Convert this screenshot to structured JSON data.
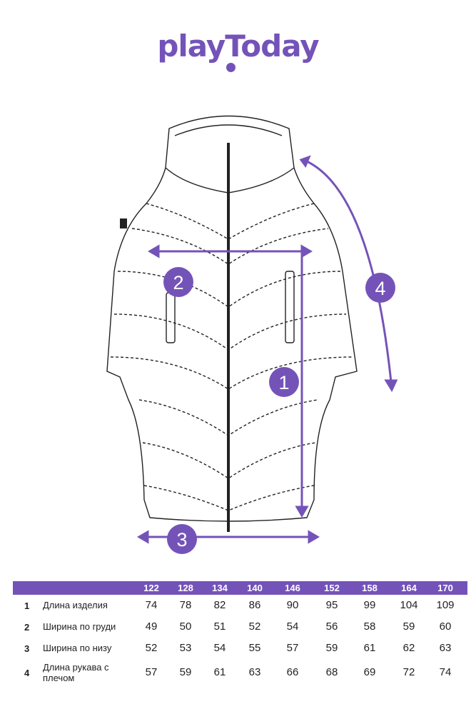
{
  "brand": {
    "name": "playToday",
    "color": "#7453b9"
  },
  "markers": [
    "1",
    "2",
    "3",
    "4"
  ],
  "table": {
    "sizes": [
      "122",
      "128",
      "134",
      "140",
      "146",
      "152",
      "158",
      "164",
      "170"
    ],
    "rows": [
      {
        "num": "1",
        "label": "Длина изделия",
        "values": [
          "74",
          "78",
          "82",
          "86",
          "90",
          "95",
          "99",
          "104",
          "109"
        ]
      },
      {
        "num": "2",
        "label": "Ширина по груди",
        "values": [
          "49",
          "50",
          "51",
          "52",
          "54",
          "56",
          "58",
          "59",
          "60"
        ]
      },
      {
        "num": "3",
        "label": "Ширина по низу",
        "values": [
          "52",
          "53",
          "54",
          "55",
          "57",
          "59",
          "61",
          "62",
          "63"
        ]
      },
      {
        "num": "4",
        "label": "Длина рукава с плечом",
        "values": [
          "57",
          "59",
          "61",
          "63",
          "66",
          "68",
          "69",
          "72",
          "74"
        ]
      }
    ]
  }
}
